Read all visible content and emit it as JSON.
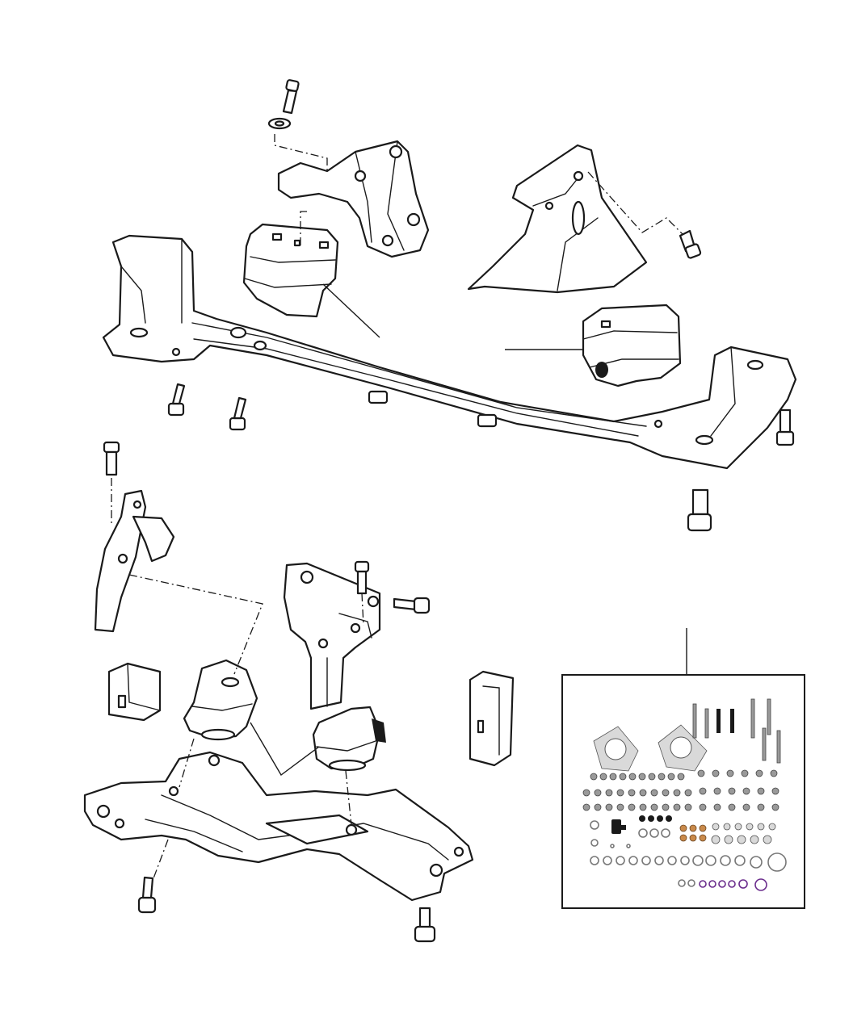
{
  "diagram": {
    "kind": "exploded-parts-view",
    "groups": [
      "upper-front-subframe-assembly",
      "lower-rear-subframe-assembly",
      "fastener-kit-inset"
    ]
  },
  "inset": {
    "icon": "fastener-kit-photo",
    "contents": [
      "exhaust-gaskets",
      "bolts",
      "washers",
      "nuts",
      "o-rings"
    ]
  },
  "colors": {
    "line": "#1a1a1a",
    "background": "#ffffff",
    "copper_washers": "#c98a4b",
    "o_rings": "#6a2c8c"
  }
}
